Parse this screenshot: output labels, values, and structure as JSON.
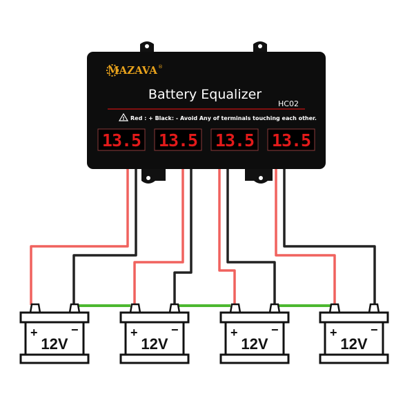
{
  "device": {
    "brand": "MAZAVA",
    "registered": "®",
    "title": "Battery Equalizer",
    "model": "HC02",
    "warning": "Red : +  Black: -  Avoid Any of terminals touching each other.",
    "displays": [
      "13.5",
      "13.5",
      "13.5",
      "13.5"
    ]
  },
  "batteries": [
    {
      "label": "12V",
      "plus": "+",
      "minus": "−"
    },
    {
      "label": "12V",
      "plus": "+",
      "minus": "−"
    },
    {
      "label": "12V",
      "plus": "+",
      "minus": "−"
    },
    {
      "label": "12V",
      "plus": "+",
      "minus": "−"
    }
  ],
  "colors": {
    "positive": "#f0625e",
    "negative": "#222222",
    "link": "#4cb830",
    "display": "#e21a1a",
    "brand": "#e8a21c"
  }
}
